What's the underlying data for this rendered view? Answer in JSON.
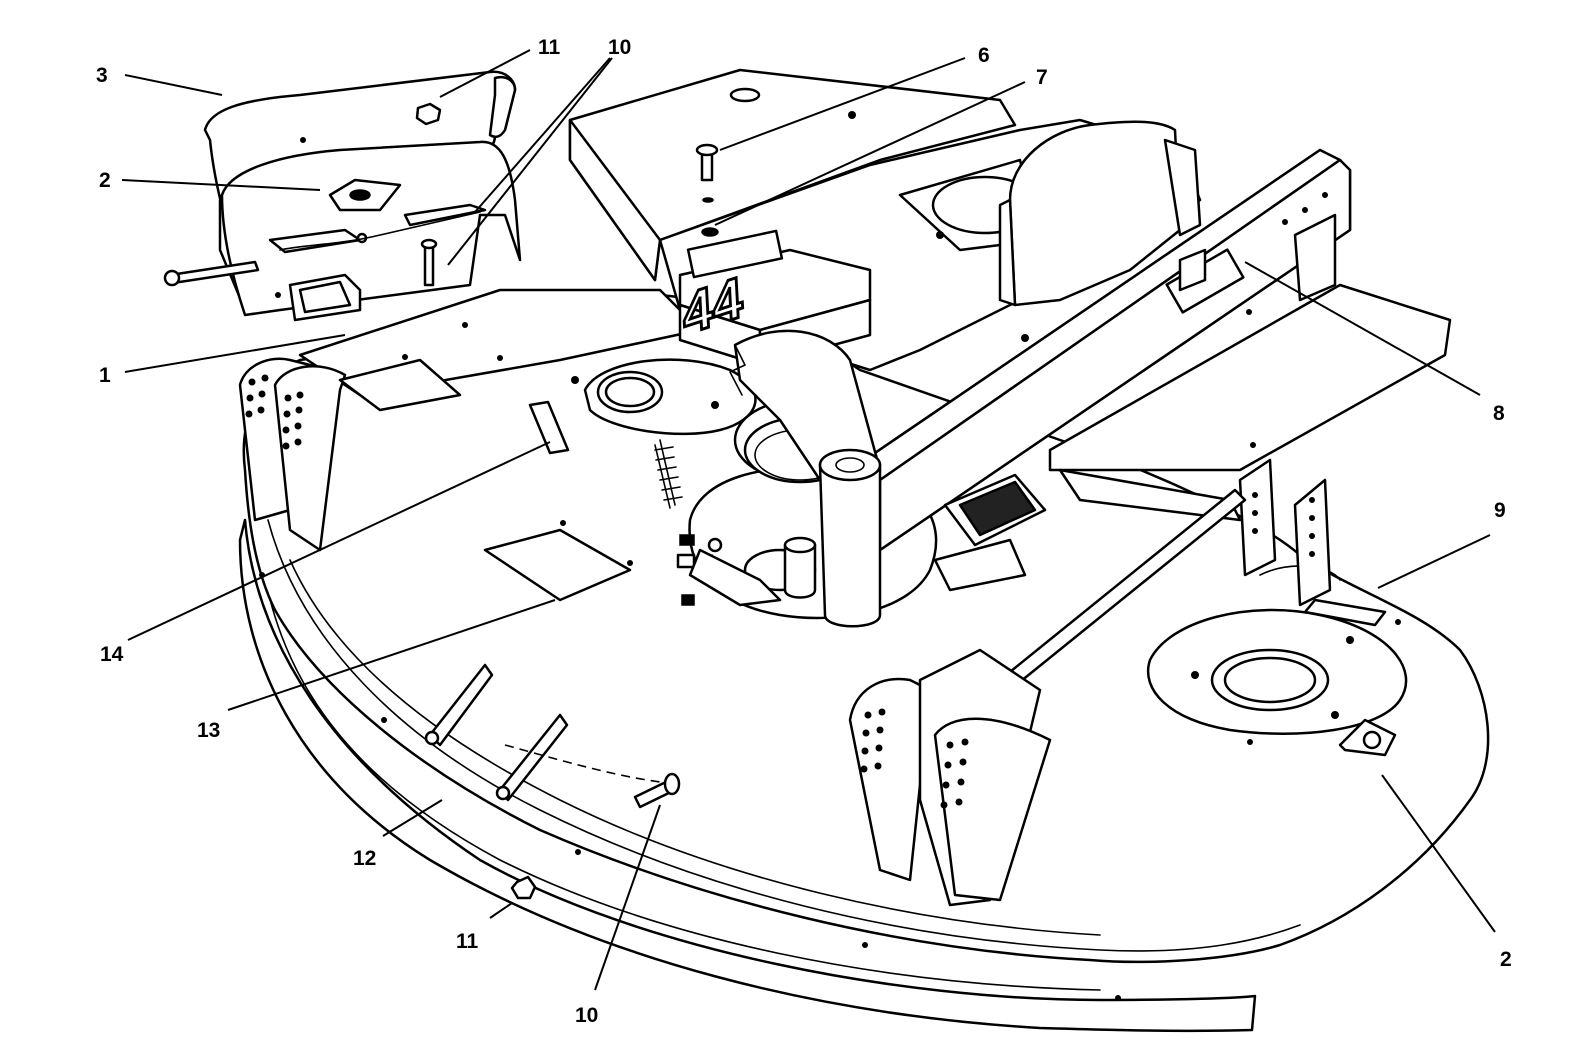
{
  "diagram": {
    "deck_label": "44",
    "callouts": [
      {
        "id": "c1",
        "text": "1"
      },
      {
        "id": "c2a",
        "text": "2"
      },
      {
        "id": "c2b",
        "text": "2"
      },
      {
        "id": "c3",
        "text": "3"
      },
      {
        "id": "c6",
        "text": "6"
      },
      {
        "id": "c7",
        "text": "7"
      },
      {
        "id": "c8",
        "text": "8"
      },
      {
        "id": "c9",
        "text": "9"
      },
      {
        "id": "c10a",
        "text": "10"
      },
      {
        "id": "c10b",
        "text": "10"
      },
      {
        "id": "c11a",
        "text": "11"
      },
      {
        "id": "c11b",
        "text": "11"
      },
      {
        "id": "c12",
        "text": "12"
      },
      {
        "id": "c13",
        "text": "13"
      },
      {
        "id": "c14",
        "text": "14"
      }
    ]
  }
}
